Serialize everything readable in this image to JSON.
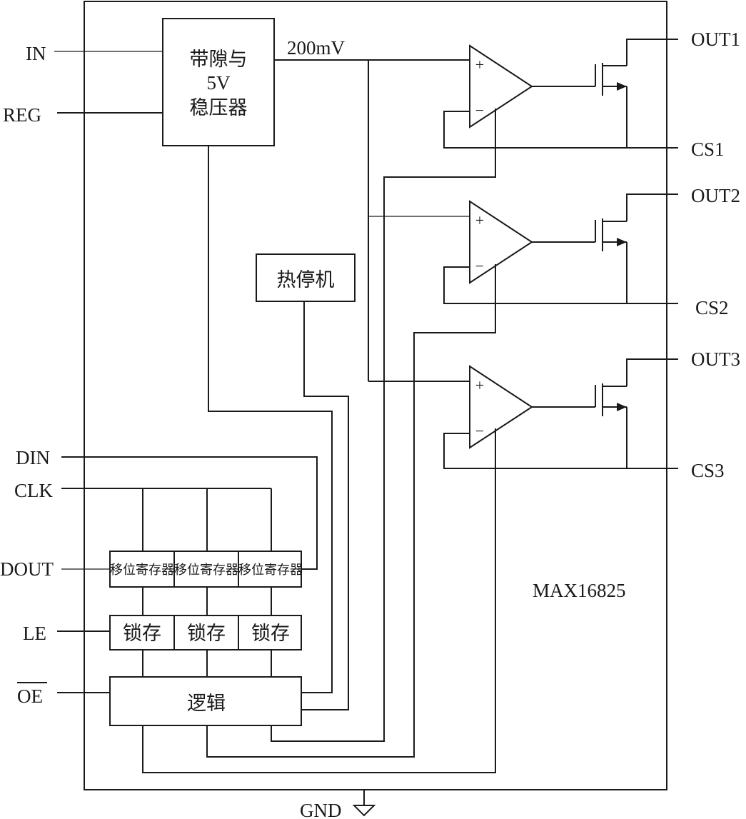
{
  "pins": {
    "in": "IN",
    "reg": "REG",
    "din": "DIN",
    "clk": "CLK",
    "dout": "DOUT",
    "le": "LE",
    "oe": "OE",
    "gnd": "GND",
    "out1": "OUT1",
    "cs1": "CS1",
    "out2": "OUT2",
    "cs2": "CS2",
    "out3": "OUT3",
    "cs3": "CS3"
  },
  "blocks": {
    "regulator": [
      "带隙与",
      "5V",
      "稳压器"
    ],
    "thermal": "热停机",
    "logic": "逻辑",
    "shift_registers": [
      "移位寄存器",
      "移位寄存器",
      "移位寄存器"
    ],
    "latches": [
      "锁存",
      "锁存",
      "锁存"
    ]
  },
  "reference_voltage": "200mV",
  "chip_name": "MAX16825",
  "opamp_symbols": {
    "plus": "+",
    "minus": "−"
  }
}
